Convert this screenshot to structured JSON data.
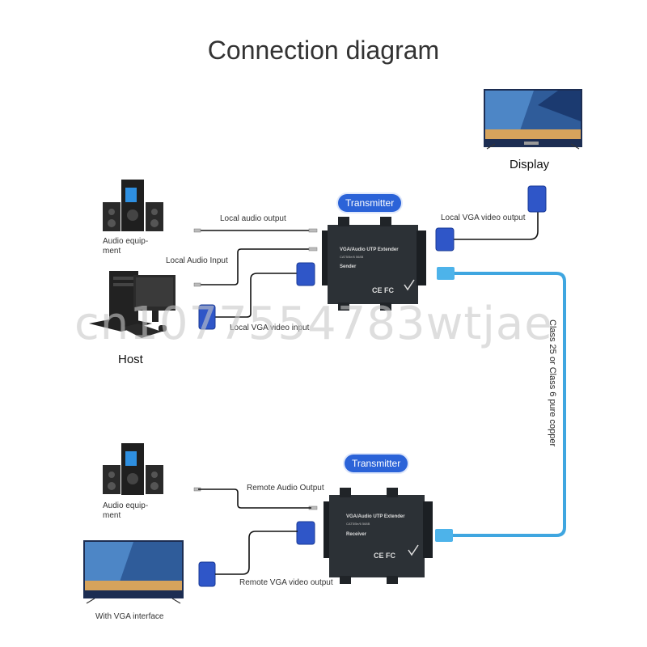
{
  "title": "Connection diagram",
  "labels": {
    "display": "Display",
    "host": "Host",
    "audio_equipment_top": "Audio equip-\nment",
    "audio_equipment_bottom": "Audio equip-\nment",
    "with_vga_interface": "With VGA interface",
    "local_audio_output": "Local audio output",
    "local_audio_input": "Local Audio Input",
    "local_vga_video_input": "Local VGA video input",
    "local_vga_video_output": "Local VGA video output",
    "remote_audio_output": "Remote Audio Output",
    "remote_vga_video_output": "Remote VGA video output",
    "cable": "Class 25 or Class 6 pure copper"
  },
  "badges": {
    "top": "Transmitter",
    "bottom": "Transmitter"
  },
  "devices": {
    "sender": {
      "name": "VGA/Audio UTP Extender",
      "spec": "CAT5/5e/6 568B",
      "role": "Sender"
    },
    "receiver": {
      "name": "VGA/Audio UTP Extender",
      "spec": "CAT5/5e/6 568B",
      "role": "Receiver"
    }
  },
  "watermark": "cn1077554783wtjae",
  "colors": {
    "pill": "#2b63d8",
    "cable_blue": "#3fa6e0",
    "device_body": "#2c3136",
    "vga_blue": "#2f56c8"
  }
}
